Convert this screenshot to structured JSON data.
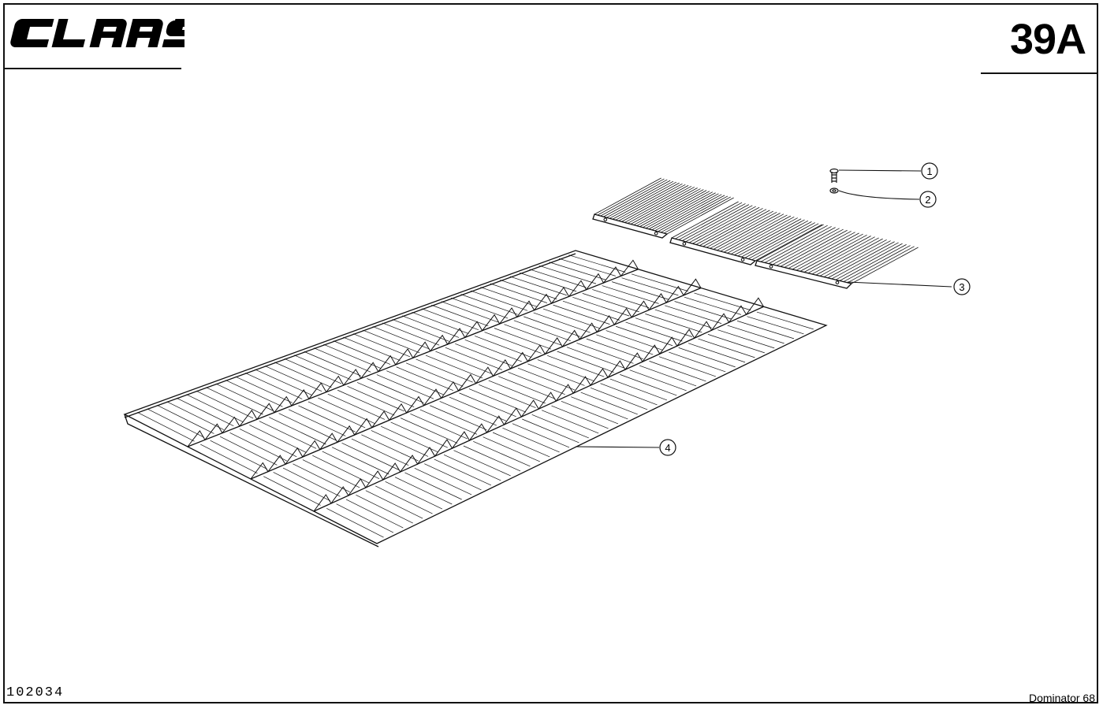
{
  "header": {
    "brand_logo": "CLAAS",
    "plate_number": "39A"
  },
  "drawing": {
    "callouts": [
      {
        "number": "1",
        "part": "bolt"
      },
      {
        "number": "2",
        "part": "washer"
      },
      {
        "number": "3",
        "part": "extension-sieve-section"
      },
      {
        "number": "4",
        "part": "straw-walker-grate"
      }
    ]
  },
  "footer": {
    "document_number": "102034",
    "model": "Dominator 68"
  },
  "colors": {
    "ink": "#111111",
    "paper": "#ffffff"
  }
}
